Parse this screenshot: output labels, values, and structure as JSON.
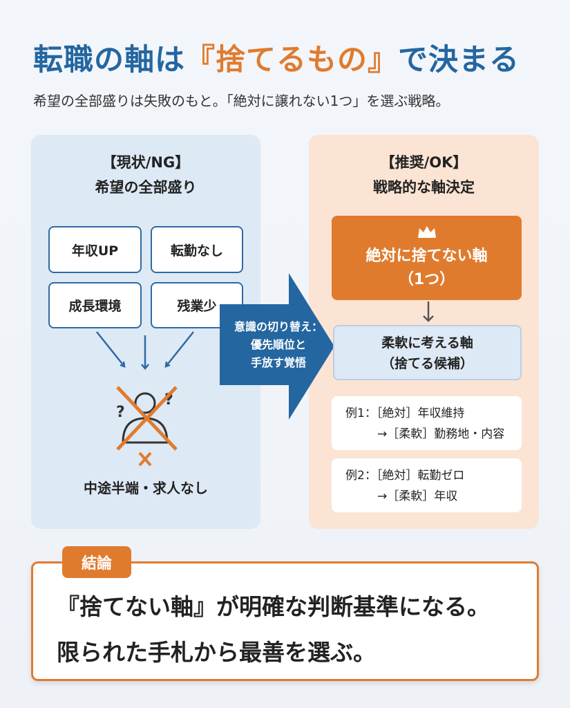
{
  "title": {
    "part1": "転職の軸は",
    "highlight": "『捨てるもの』",
    "part2": "で決まる"
  },
  "subtitle": "希望の全部盛りは失敗のもと。「絶対に譲れない1つ」を選ぶ戦略。",
  "left": {
    "heading1": "【現状/NG】",
    "heading2": "希望の全部盛り",
    "items": [
      "年収UP",
      "転勤なし",
      "成長環境",
      "残業少"
    ],
    "caption": "中途半端・求人なし"
  },
  "arrow": {
    "line1": "意識の切り替え：",
    "line2": "優先順位と",
    "line3": "手放す覚悟"
  },
  "right": {
    "heading1": "【推奨/OK】",
    "heading2": "戦略的な軸決定",
    "core_line1": "絶対に捨てない軸",
    "core_line2": "（1つ）",
    "flex_line1": "柔軟に考える軸",
    "flex_line2": "（捨てる候補）",
    "examples": [
      {
        "line1": "例1：［絶対］年収維持",
        "line2": "→［柔軟］勤務地・内容"
      },
      {
        "line1": "例2：［絶対］転勤ゼロ",
        "line2": "→［柔軟］年収"
      }
    ]
  },
  "conclusion": {
    "tag": "結論",
    "line1": "『捨てない軸』が明確な判断基準になる。",
    "line2": "限られた手札から最善を選ぶ。"
  },
  "colors": {
    "blue": "#2466a0",
    "orange": "#e07b2e"
  }
}
